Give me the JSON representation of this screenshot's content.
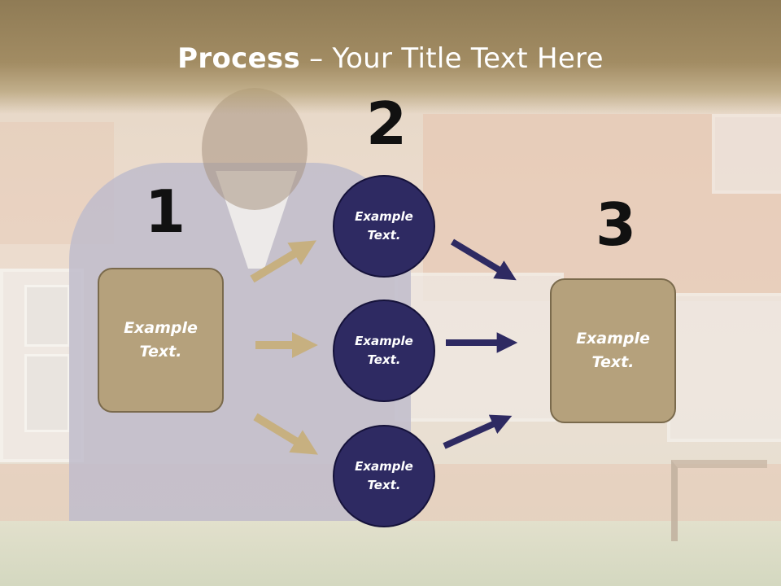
{
  "slide": {
    "title_bold": "Process",
    "title_rest": " – Your Title Text Here"
  },
  "steps": {
    "step1_number": "1",
    "step2_number": "2",
    "step3_number": "3"
  },
  "boxes": {
    "left_text": "Example\nText.",
    "right_text": "Example\nText."
  },
  "circles": {
    "top_text": "Example\nText.",
    "middle_text": "Example\nText.",
    "bottom_text": "Example\nText."
  },
  "colors": {
    "title_bar": "#9a855c",
    "box_fill": "#b5a17c",
    "circle_fill": "#2e2a62",
    "arrow_tan": "#c7b080",
    "arrow_navy": "#2e2a62"
  }
}
